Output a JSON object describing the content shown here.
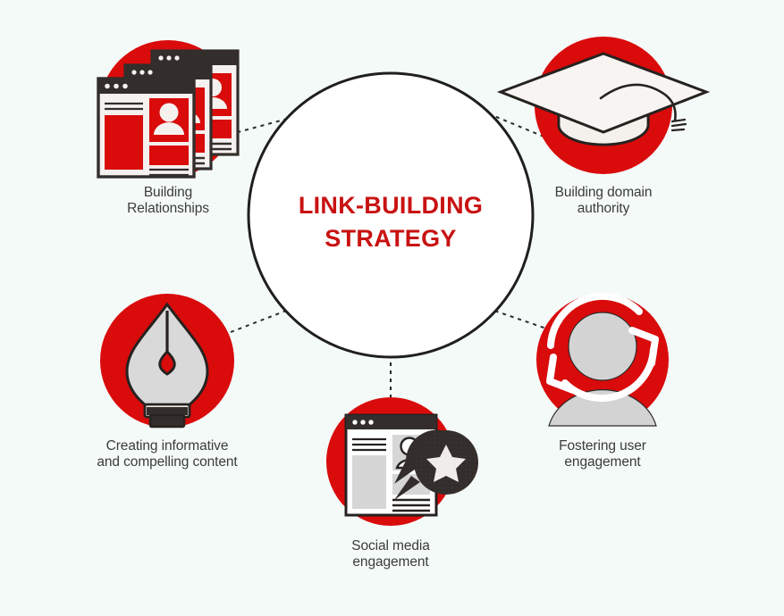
{
  "diagram": {
    "type": "hub-and-spoke",
    "background_color": "#f4faf8",
    "accent_red": "#d90b0b",
    "title_red": "#c91212",
    "label_color": "#3b3b3b",
    "center": {
      "title_line1": "LINK-BUILDING",
      "title_line2": "STRATEGY",
      "title_full": "LINK-BUILDING STRATEGY",
      "shape": "circle",
      "fill": "#ffffff",
      "stroke": "#1f1f1f"
    },
    "nodes": [
      {
        "id": "building-relationships",
        "label_line1": "Building",
        "label_line2": "Relationships",
        "icon": "stacked-browser-windows-icon",
        "position": "top-left"
      },
      {
        "id": "building-domain-authority",
        "label_line1": "Building domain",
        "label_line2": "authority",
        "icon": "graduation-cap-icon",
        "position": "top-right"
      },
      {
        "id": "creating-content",
        "label_line1": "Creating informative",
        "label_line2": "and compelling content",
        "icon": "pen-nib-icon",
        "position": "left"
      },
      {
        "id": "fostering-user-engagement",
        "label_line1": "Fostering user",
        "label_line2": "engagement",
        "icon": "user-refresh-icon",
        "position": "right"
      },
      {
        "id": "social-media-engagement",
        "label_line1": "Social media",
        "label_line2": "engagement",
        "icon": "browser-star-review-icon",
        "position": "bottom"
      }
    ]
  }
}
